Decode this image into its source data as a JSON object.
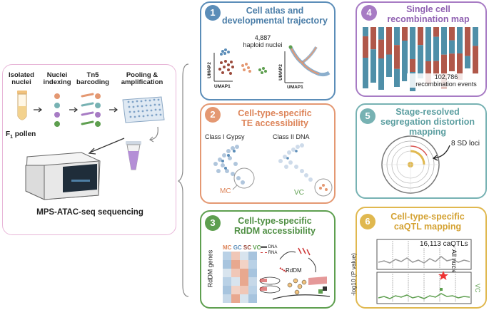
{
  "left": {
    "steps": [
      {
        "line1": "Isolated",
        "line2": "nuclei"
      },
      {
        "line1": "Nuclei",
        "line2": "indexing"
      },
      {
        "line1": "Tn5",
        "line2": "barcoding"
      },
      {
        "line1": "Pooling &",
        "line2": "amplification"
      }
    ],
    "pollen_label": "F",
    "pollen_sub": "1",
    "pollen_suffix": " pollen",
    "footer": "MPS-ATAC-seq sequencing"
  },
  "panels": {
    "p1": {
      "num": "1",
      "title1": "Cell atlas and",
      "title2": "developmental trajectory",
      "count": "4,887",
      "count_label": "haploid nuclei",
      "x_axis": "UMAP1",
      "y_axis": "UMAP2"
    },
    "p2": {
      "num": "2",
      "title1": "Cell-type-specific",
      "title2": "TE accessibility",
      "left_label": "Class I Gypsy",
      "right_label": "Class II DNA",
      "mc": "MC",
      "vc": "VC"
    },
    "p3": {
      "num": "3",
      "title1": "Cell-type-specific",
      "title2": "RdDM accessibility",
      "y_axis": "RdDM genes",
      "columns": [
        "MC",
        "GC",
        "SC",
        "VC"
      ],
      "legend_dna": "DNA",
      "legend_rna": "RNA",
      "rddm": "RdDM"
    },
    "p4": {
      "num": "4",
      "title1": "Single cell",
      "title2": "recombination map",
      "count": "102,786",
      "count_label": "recombination events"
    },
    "p5": {
      "num": "5",
      "title1": "Stage-resolved",
      "title2": "segregation distortion",
      "title3": "mapping",
      "callout": "8 SD loci"
    },
    "p6": {
      "num": "6",
      "title1": "Cell-type-specific",
      "title2": "caQTL mapping",
      "count": "16,113 caQTLs",
      "track1": "All nuclei",
      "track2": "VC",
      "y_axis": "-log10 (P value)"
    }
  },
  "colors": {
    "pink_border": "#e8b6d8",
    "blue": "#5b8db8",
    "orange": "#e49872",
    "green": "#5e9f4f",
    "purple": "#a77bc4",
    "teal": "#77b2b3",
    "gold": "#e0b84f",
    "bar_teal": "#4f8fa8",
    "bar_brown": "#b0584a"
  }
}
